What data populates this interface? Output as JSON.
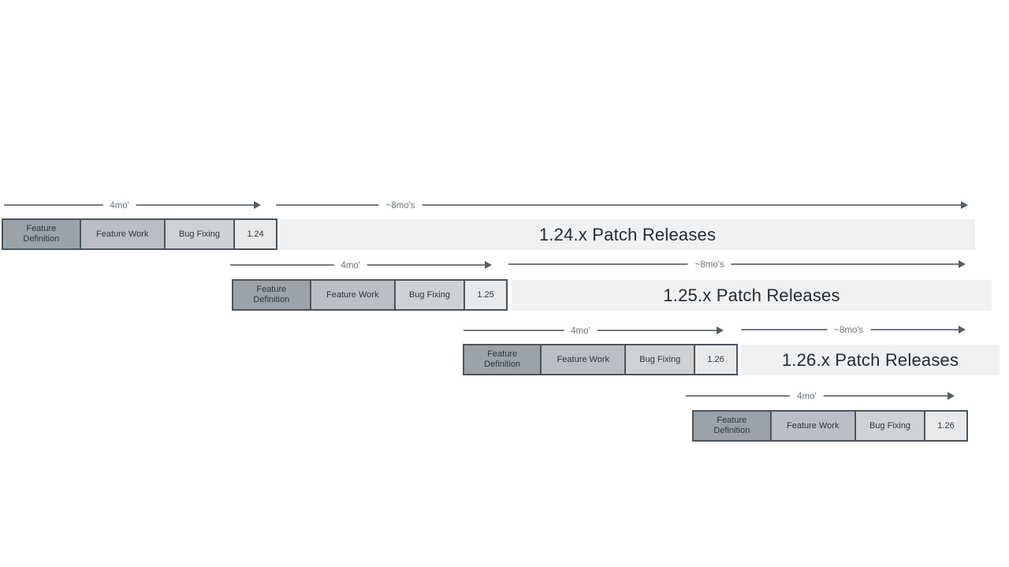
{
  "colors": {
    "feature_definition_fill": "#9aa2aa",
    "feature_work_fill": "#b9bfc5",
    "bug_fixing_fill": "#ced2d6",
    "version_box_fill": "#e7e9eb",
    "patch_bar_fill": "#f0f1f2",
    "bar_border": "#4d545c",
    "arrow_color": "#6d747b",
    "segment_text_color": "#2f353b",
    "patch_text_color": "#272c31"
  },
  "rows": [
    {
      "version": "1.24",
      "segments": [
        "Feature Definition",
        "Feature Work",
        "Bug Fixing"
      ],
      "four_month_label": "4mo'",
      "eight_month_label": "~8mo's",
      "patch_label": "1.24.x Patch Releases"
    },
    {
      "version": "1.25",
      "segments": [
        "Feature Definition",
        "Feature Work",
        "Bug Fixing"
      ],
      "four_month_label": "4mo'",
      "eight_month_label": "~8mo's",
      "patch_label": "1.25.x Patch Releases"
    },
    {
      "version": "1.26",
      "segments": [
        "Feature Definition",
        "Feature Work",
        "Bug Fixing"
      ],
      "four_month_label": "4mo'",
      "eight_month_label": "~8mo's",
      "patch_label": "1.26.x Patch Releases"
    },
    {
      "version": "1.26",
      "segments": [
        "Feature Definition",
        "Feature Work",
        "Bug Fixing"
      ],
      "four_month_label": "4mo'"
    }
  ]
}
